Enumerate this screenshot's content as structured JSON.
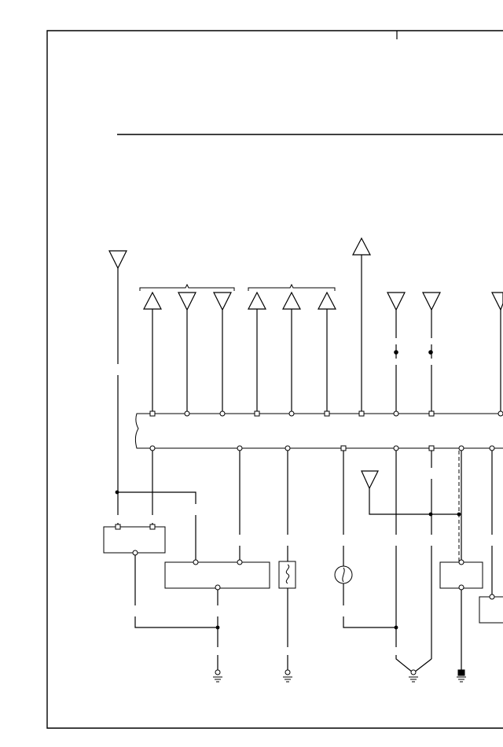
{
  "diagram": {
    "type": "wiring-schematic",
    "text_labels": [],
    "stroke_color": "#000000",
    "background_color": "#ffffff",
    "components": [
      "connector-block",
      "control-module",
      "resistor",
      "motor",
      "relay",
      "switch-box",
      "ground"
    ]
  }
}
